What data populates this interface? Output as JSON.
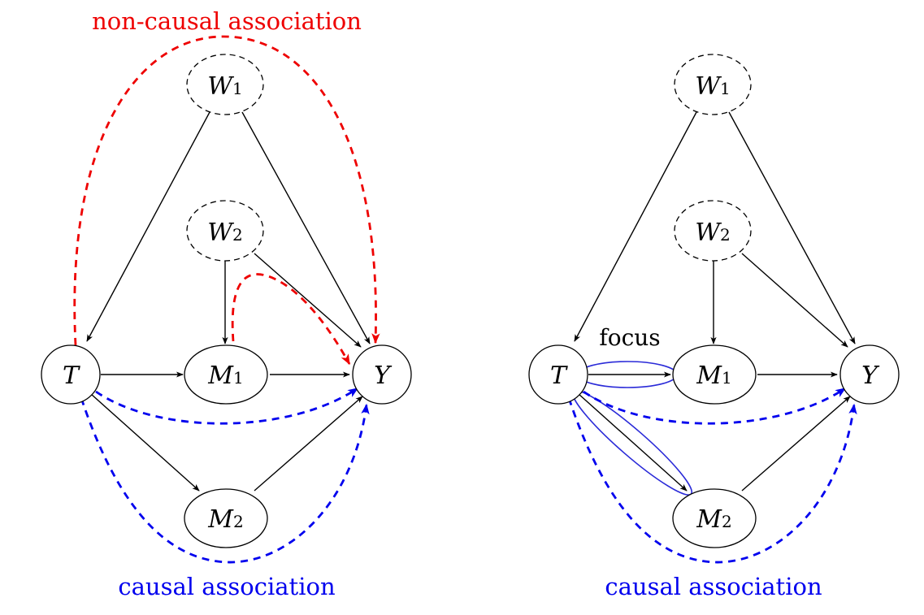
{
  "colors": {
    "noncausal": "#ee0000",
    "causal": "#0000ee",
    "focus": "#2a2ad8",
    "edge": "#000000"
  },
  "left_panel": {
    "top_caption": "non-causal association",
    "bottom_caption": "causal association",
    "nodes": {
      "W1": {
        "base": "W",
        "sub": "1",
        "observed": false
      },
      "W2": {
        "base": "W",
        "sub": "2",
        "observed": false
      },
      "T": {
        "base": "T",
        "sub": "",
        "observed": true
      },
      "M1": {
        "base": "M",
        "sub": "1",
        "observed": true
      },
      "M2": {
        "base": "M",
        "sub": "2",
        "observed": true
      },
      "Y": {
        "base": "Y",
        "sub": "",
        "observed": true
      }
    }
  },
  "right_panel": {
    "bottom_caption": "causal association",
    "focus_label": "focus",
    "nodes": {
      "W1": {
        "base": "W",
        "sub": "1",
        "observed": false
      },
      "W2": {
        "base": "W",
        "sub": "2",
        "observed": false
      },
      "T": {
        "base": "T",
        "sub": "",
        "observed": true
      },
      "M1": {
        "base": "M",
        "sub": "1",
        "observed": true
      },
      "M2": {
        "base": "M",
        "sub": "2",
        "observed": true
      },
      "Y": {
        "base": "Y",
        "sub": "",
        "observed": true
      }
    }
  }
}
